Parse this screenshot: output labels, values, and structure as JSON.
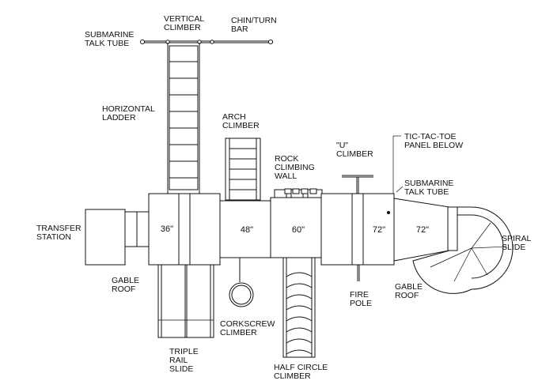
{
  "labels": {
    "submarine_talk_tube_top": [
      "SUBMARINE",
      "TALK TUBE"
    ],
    "vertical_climber": [
      "VERTICAL",
      "CLIMBER"
    ],
    "chin_turn_bar": [
      "CHIN/TURN",
      "BAR"
    ],
    "horizontal_ladder": [
      "HORIZONTAL",
      "LADDER"
    ],
    "arch_climber": [
      "ARCH",
      "CLIMBER"
    ],
    "rock_climbing_wall": [
      "ROCK",
      "CLIMBING",
      "WALL"
    ],
    "u_climber": [
      "\"U\"",
      "CLIMBER"
    ],
    "tic_tac_toe": [
      "TIC-TAC-TOE",
      "PANEL BELOW"
    ],
    "submarine_talk_tube_right": [
      "SUBMARINE",
      "TALK TUBE"
    ],
    "transfer_station": [
      "TRANSFER",
      "STATION"
    ],
    "spiral_slide": [
      "SPIRAL",
      "SLIDE"
    ],
    "gable_roof_left": [
      "GABLE",
      "ROOF"
    ],
    "gable_roof_right": [
      "GABLE",
      "ROOF"
    ],
    "fire_pole": [
      "FIRE",
      "POLE"
    ],
    "corkscrew_climber": [
      "CORKSCREW",
      "CLIMBER"
    ],
    "triple_rail_slide": [
      "TRIPLE",
      "RAIL",
      "SLIDE"
    ],
    "half_circle_climber": [
      "HALF CIRCLE",
      "CLIMBER"
    ]
  },
  "dimensions": {
    "deck_36": "36\"",
    "deck_48": "48\"",
    "deck_60": "60\"",
    "deck_72a": "72\"",
    "deck_72b": "72\""
  }
}
